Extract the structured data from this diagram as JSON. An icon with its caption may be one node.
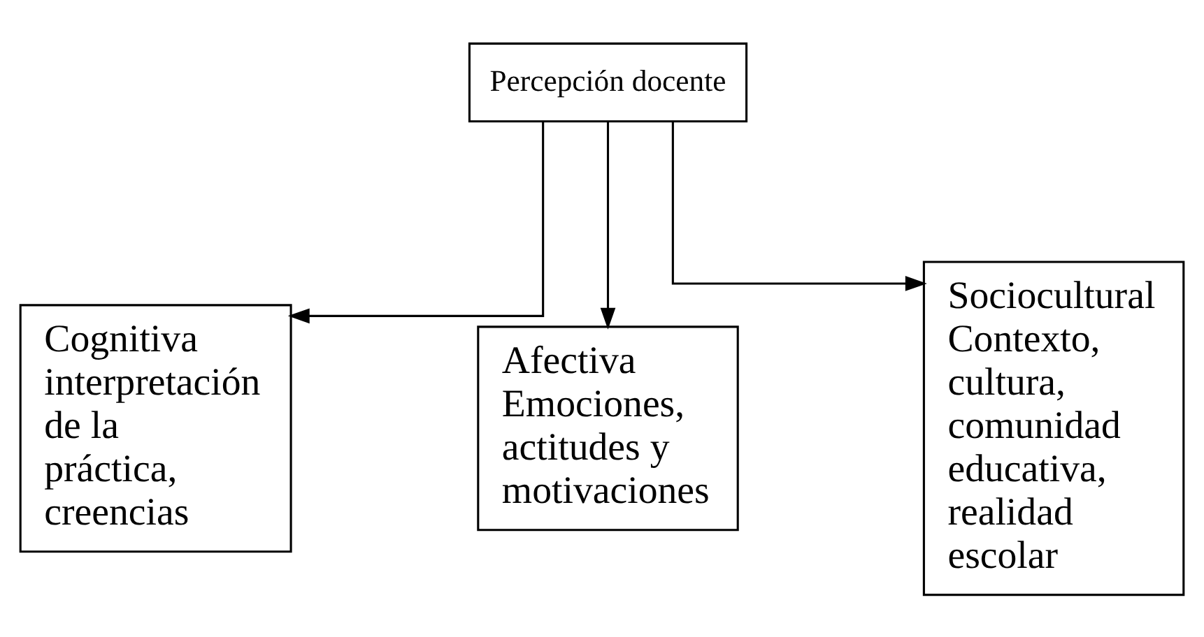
{
  "diagram": {
    "nodes": [
      {
        "text": [
          "Percepción docente"
        ]
      },
      {
        "text": [
          "Cognitiva",
          "interpretación de la práctica, creencias"
        ]
      },
      {
        "text": [
          "Afectiva",
          "Emociones, actitudes y motivaciones"
        ]
      },
      {
        "text": [
          "Sociocultural",
          "Contexto, cultura, comunidad educativa, realidad escolar"
        ]
      }
    ],
    "edges": [
      {
        "from": 0,
        "to": 1,
        "arrow": "to"
      },
      {
        "from": 0,
        "to": 2,
        "arrow": "to"
      },
      {
        "from": 0,
        "to": 3,
        "arrow": "to"
      }
    ]
  }
}
